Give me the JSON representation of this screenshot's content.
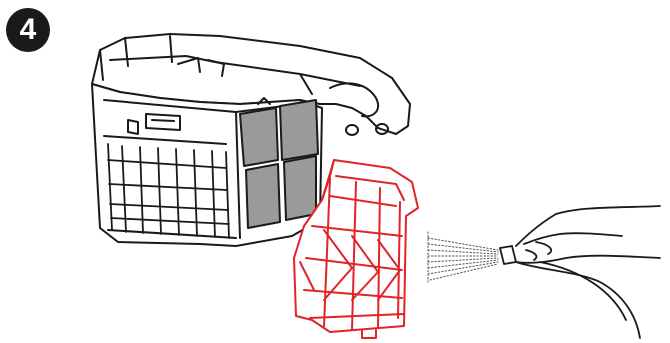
{
  "step": {
    "number": "4"
  },
  "colors": {
    "line": "#1a1a1a",
    "highlight": "#e2232a",
    "filter_mesh": "#9a9a9a",
    "background": "#ffffff"
  },
  "illustration": {
    "parts": [
      "canister-body",
      "canister-lid",
      "fine-filter-panels",
      "coarse-filter-frame",
      "water-spray",
      "hand-with-hose"
    ],
    "highlighted_part": "coarse-filter-frame"
  }
}
